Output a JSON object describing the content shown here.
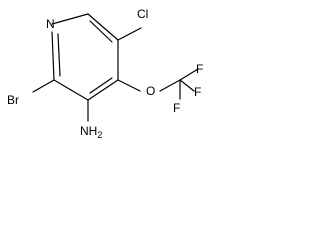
{
  "molecule": {
    "atoms": {
      "N": "N",
      "Br": "Br",
      "Cl": "Cl",
      "NH2": "NH",
      "NH2_sub": "2",
      "O": "O",
      "F1": "F",
      "F2": "F",
      "F3": "F"
    },
    "colors": {
      "bond": "#000000",
      "text": "#000000",
      "background": "#ffffff"
    }
  }
}
